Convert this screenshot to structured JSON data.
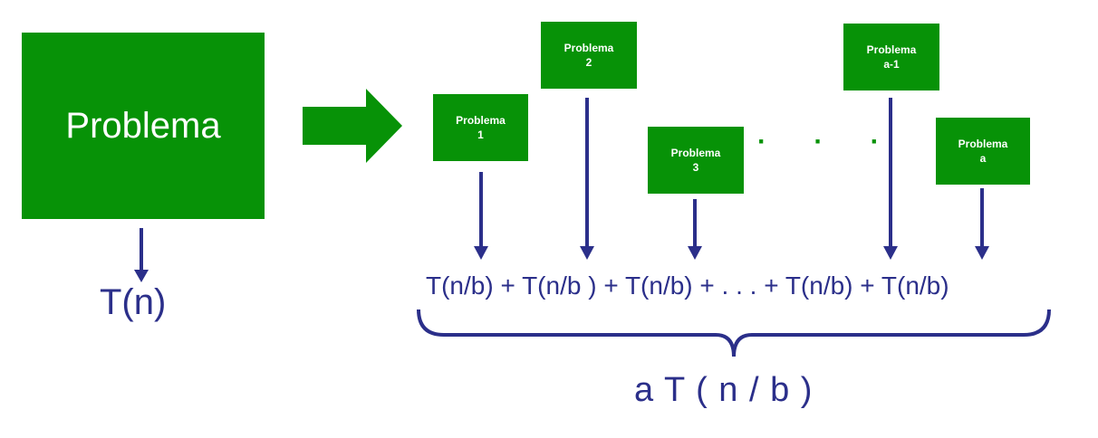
{
  "main_problem": {
    "label": "Problema"
  },
  "main_cost": "T(n)",
  "subproblems": [
    {
      "label": "Problema",
      "index": "1"
    },
    {
      "label": "Problema",
      "index": "2"
    },
    {
      "label": "Problema",
      "index": "3"
    },
    {
      "label": "Problema",
      "index": "a-1"
    },
    {
      "label": "Problema",
      "index": "a"
    }
  ],
  "ellipsis": "· · ·",
  "sum_expression": "T(n/b) + T(n/b ) + T(n/b) + . . . + T(n/b) + T(n/b)",
  "result": "a T ( n / b )",
  "colors": {
    "box_fill": "#079207",
    "arrow_and_text": "#2b2f8a",
    "ink": "#ffffff"
  }
}
